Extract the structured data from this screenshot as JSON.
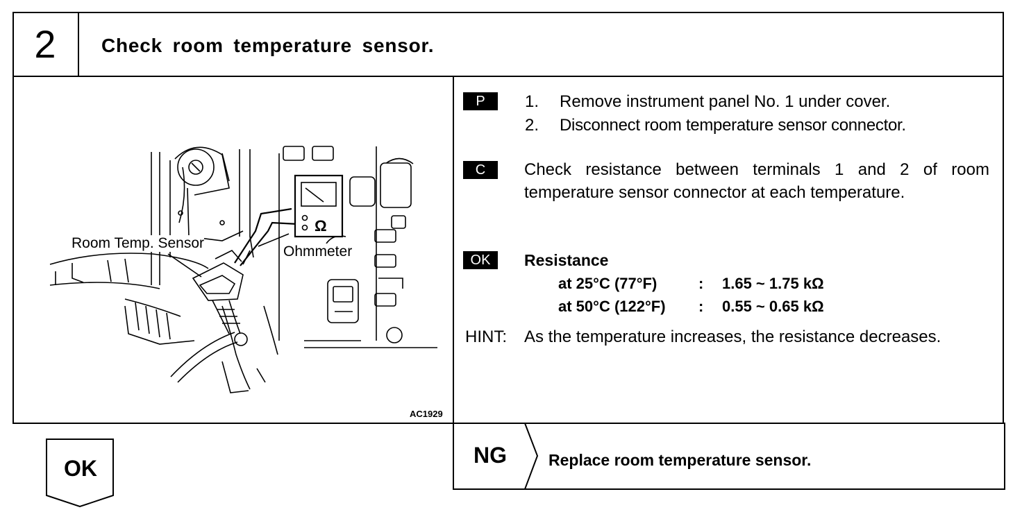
{
  "header": {
    "step_number": "2",
    "title": "Check room temperature sensor."
  },
  "figure": {
    "label_sensor": "Room Temp. Sensor",
    "label_meter": "Ohmmeter",
    "ohm_symbol": "Ω",
    "code": "AC1929"
  },
  "prep": {
    "tag": "P",
    "steps": [
      {
        "num": "1.",
        "text": "Remove instrument panel No. 1 under cover."
      },
      {
        "num": "2.",
        "text": "Disconnect room temperature sensor connector."
      }
    ]
  },
  "check": {
    "tag": "C",
    "text": "Check resistance between terminals 1 and 2 of room temperature sensor connector at each tem­perature."
  },
  "spec": {
    "tag": "OK",
    "heading": "Resistance",
    "rows": [
      {
        "condition": "at 25°C (77°F)",
        "sep": ":",
        "value": "1.65 ~ 1.75 kΩ"
      },
      {
        "condition": "at 50°C (122°F)",
        "sep": ":",
        "value": "0.55 ~ 0.65 kΩ"
      }
    ]
  },
  "hint": {
    "label": "HINT:",
    "text": "As the temperature increases, the resistance de­creases."
  },
  "ng": {
    "label": "NG",
    "action": "Replace room temperature sensor."
  },
  "ok": {
    "label": "OK"
  }
}
